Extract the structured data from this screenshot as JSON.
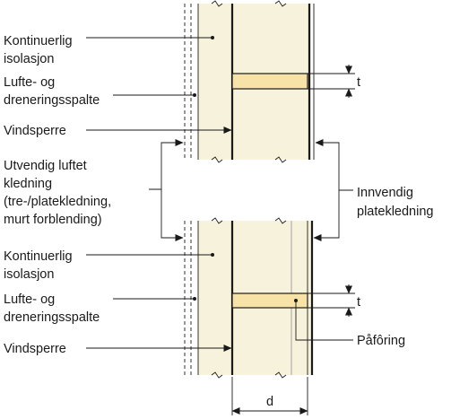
{
  "labels": {
    "top_insulation": [
      "Kontinuerlig",
      "isolasjon"
    ],
    "top_drainage": [
      "Lufte- og",
      "dreneringsspalte"
    ],
    "top_windbarrier": "Vindsperre",
    "exterior_cladding": [
      "Utvendig luftet",
      "kledning",
      "(tre-/platekledning,",
      "murt forblending)"
    ],
    "interior_cladding": [
      "Innvendig",
      "platekledning"
    ],
    "bottom_insulation": [
      "Kontinuerlig",
      "isolasjon"
    ],
    "bottom_drainage": [
      "Lufte- og",
      "dreneringsspalte"
    ],
    "bottom_windbarrier": "Vindsperre",
    "furring": "Påfôring",
    "dim_t_top": "t",
    "dim_t_bottom": "t",
    "dim_d": "d"
  },
  "colors": {
    "insulation": "#f7f2dc",
    "batten": "#f7e3a8",
    "line": "#1a1a1a"
  }
}
